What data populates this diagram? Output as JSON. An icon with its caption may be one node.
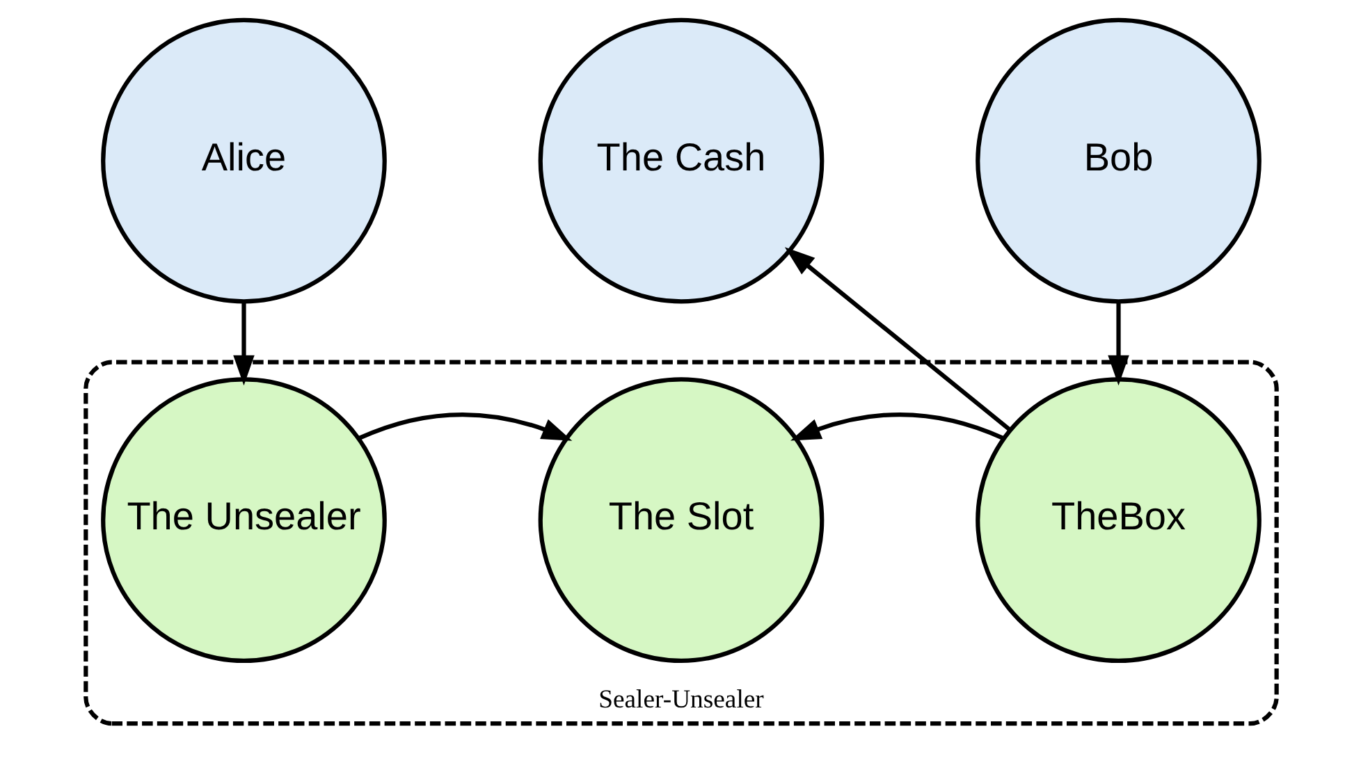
{
  "diagram": {
    "nodes": [
      {
        "text": [
          "Alice"
        ]
      },
      {
        "text": [
          "The Cash"
        ]
      },
      {
        "text": [
          "Bob"
        ]
      },
      {
        "text": [
          "Sealer-Unsealer"
        ]
      },
      {
        "text": [
          "The Unsealer"
        ],
        "in": 3
      },
      {
        "text": [
          "The Slot"
        ],
        "in": 3
      },
      {
        "text": [
          "TheBox"
        ],
        "in": 3
      }
    ],
    "edges": [
      {
        "from": 0,
        "to": 4,
        "arrow": "to"
      },
      {
        "from": 2,
        "to": 6,
        "arrow": "to"
      },
      {
        "from": 6,
        "to": 1,
        "arrow": "to"
      },
      {
        "from": 4,
        "to": 5,
        "arrow": "to"
      },
      {
        "from": 6,
        "to": 5,
        "arrow": "to"
      }
    ]
  }
}
